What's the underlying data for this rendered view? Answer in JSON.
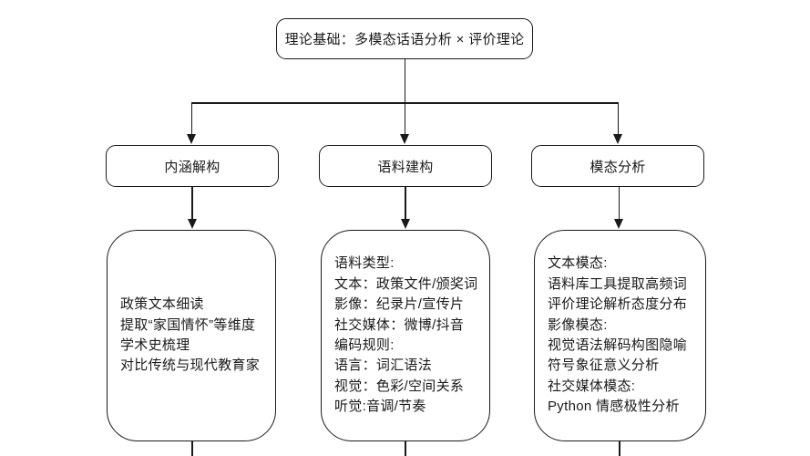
{
  "colors": {
    "line": "#1a1a1a",
    "text": "#1a1a1a",
    "background": "#ffffff"
  },
  "diagram": {
    "root": {
      "label": "理论基础：多模态话语分析 × 评价理论"
    },
    "branches": [
      {
        "label": "内涵解构",
        "details": [
          "政策文本细读",
          "提取“家国情怀”等维度",
          "学术史梳理",
          "对比传统与现代教育家"
        ]
      },
      {
        "label": "语料建构",
        "details": [
          "语料类型:",
          "文本：政策文件/颁奖词",
          "影像：纪录片/宣传片",
          "社交媒体：微博/抖音",
          "编码规则:",
          "语言：词汇语法",
          "视觉：色彩/空间关系",
          "听觉:音调/节奏"
        ]
      },
      {
        "label": "模态分析",
        "details": [
          "文本模态:",
          "语料库工具提取高频词",
          "评价理论解析态度分布",
          "影像模态:",
          "视觉语法解码构图隐喻",
          "符号象征意义分析",
          "社交媒体模态:",
          "Python 情感极性分析"
        ]
      }
    ]
  }
}
